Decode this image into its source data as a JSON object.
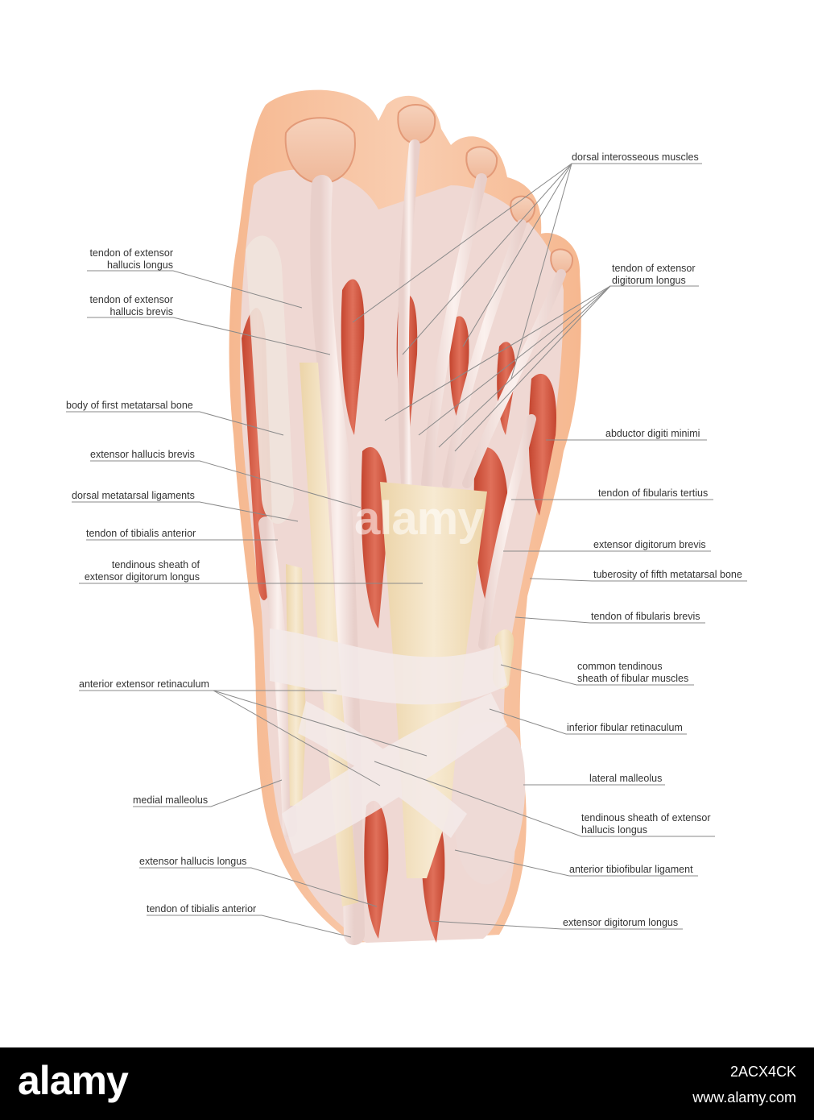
{
  "labels_left": [
    {
      "id": "tendon-extensor-hallucis-longus",
      "lines": [
        "tendon of extensor",
        "hallucis longus"
      ]
    },
    {
      "id": "tendon-extensor-hallucis-brevis",
      "lines": [
        "tendon of extensor",
        "hallucis brevis"
      ]
    },
    {
      "id": "body-first-metatarsal",
      "lines": [
        "body of first metatarsal bone"
      ]
    },
    {
      "id": "extensor-hallucis-brevis",
      "lines": [
        "extensor hallucis brevis"
      ]
    },
    {
      "id": "dorsal-metatarsal-ligaments",
      "lines": [
        "dorsal metatarsal ligaments"
      ]
    },
    {
      "id": "tendon-tibialis-anterior-upper",
      "lines": [
        "tendon of tibialis anterior"
      ]
    },
    {
      "id": "tendinous-sheath-edl",
      "lines": [
        "tendinous sheath of",
        "extensor digitorum longus"
      ]
    },
    {
      "id": "anterior-extensor-retinaculum",
      "lines": [
        "anterior extensor retinaculum"
      ]
    },
    {
      "id": "medial-malleolus",
      "lines": [
        "medial malleolus"
      ]
    },
    {
      "id": "extensor-hallucis-longus",
      "lines": [
        "extensor hallucis longus"
      ]
    },
    {
      "id": "tendon-tibialis-anterior-lower",
      "lines": [
        "tendon of tibialis anterior"
      ]
    }
  ],
  "labels_right": [
    {
      "id": "dorsal-interosseous",
      "lines": [
        "dorsal interosseous muscles"
      ]
    },
    {
      "id": "tendon-edl",
      "lines": [
        "tendon of extensor",
        "digitorum longus"
      ]
    },
    {
      "id": "abductor-digiti-minimi",
      "lines": [
        "abductor digiti minimi"
      ]
    },
    {
      "id": "tendon-fibularis-tertius",
      "lines": [
        "tendon of fibularis tertius"
      ]
    },
    {
      "id": "extensor-digitorum-brevis",
      "lines": [
        "extensor digitorum brevis"
      ]
    },
    {
      "id": "tuberosity-fifth-metatarsal",
      "lines": [
        "tuberosity of fifth metatarsal bone"
      ]
    },
    {
      "id": "tendon-fibularis-brevis",
      "lines": [
        "tendon of fibularis brevis"
      ]
    },
    {
      "id": "common-tendinous-sheath",
      "lines": [
        "common tendinous",
        "sheath of fibular muscles"
      ]
    },
    {
      "id": "inferior-fibular-retinaculum",
      "lines": [
        "inferior fibular retinaculum"
      ]
    },
    {
      "id": "lateral-malleolus",
      "lines": [
        "lateral malleolus"
      ]
    },
    {
      "id": "tendinous-sheath-ehl",
      "lines": [
        "tendinous sheath of extensor",
        "hallucis longus"
      ]
    },
    {
      "id": "anterior-tibiofibular-ligament",
      "lines": [
        "anterior tibiofibular ligament"
      ]
    },
    {
      "id": "extensor-digitorum-longus",
      "lines": [
        "extensor digitorum longus"
      ]
    }
  ],
  "watermark": "alamy",
  "footer": {
    "logo": "alamy",
    "image_id": "2ACX4CK",
    "url": "www.alamy.com"
  },
  "colors": {
    "skin": "#f4a97e",
    "muscle": "#d9654a",
    "tendon": "#f2e0dc",
    "sheath": "#f1dfbf",
    "leader": "#888888"
  }
}
